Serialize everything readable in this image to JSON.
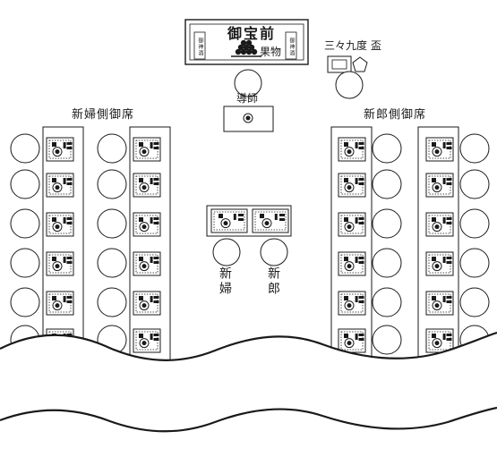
{
  "altar": {
    "title": "御宝前",
    "offering": "果物",
    "sake_left": "御神酒",
    "sake_right": "御神酒"
  },
  "sansankudo": {
    "label": "三々九度 盃"
  },
  "officiant": {
    "label": "導師"
  },
  "bride_side": {
    "label": "新婦側御席"
  },
  "groom_side": {
    "label": "新郎側御席"
  },
  "bride": {
    "label": "新婦"
  },
  "groom": {
    "label": "新郎"
  },
  "colors": {
    "line": "#1a1a1a",
    "background": "#ffffff",
    "pattern": "#cfcfcf"
  }
}
